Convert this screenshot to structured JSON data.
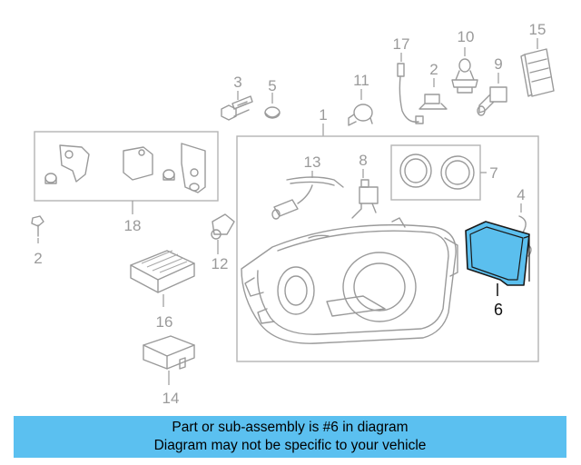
{
  "labels": {
    "l1": "1",
    "l2a": "2",
    "l2b": "2",
    "l3": "3",
    "l4": "4",
    "l5": "5",
    "l6": "6",
    "l7": "7",
    "l8": "8",
    "l9": "9",
    "l10": "10",
    "l11": "11",
    "l12": "12",
    "l13": "13",
    "l14": "14",
    "l15": "15",
    "l16": "16",
    "l17": "17",
    "l18": "18"
  },
  "highlight": {
    "part_number": "6",
    "color": "#5bbfee"
  },
  "banner": {
    "line1": "Part or sub-assembly is #6 in diagram",
    "line2": "Diagram may not be specific to your vehicle",
    "color": "#5bc0f0"
  }
}
